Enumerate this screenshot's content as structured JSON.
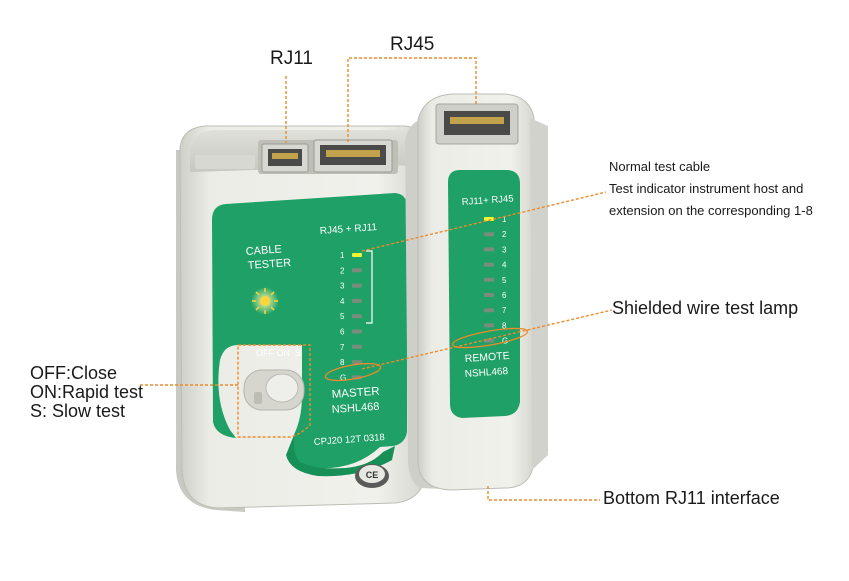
{
  "labels": {
    "rj11_top": "RJ11",
    "rj45_top": "RJ45",
    "normal_cable": "Normal test cable",
    "indicator_line1": "Test indicator instrument host and",
    "indicator_line2": "extension on the corresponding 1-8",
    "shielded": "Shielded wire test lamp",
    "bottom_rj11": "Bottom RJ11 interface",
    "switch_off": "OFF:Close",
    "switch_on": "ON:Rapid test",
    "switch_s": "S: Slow test"
  },
  "master": {
    "tag_line1": "CABLE",
    "tag_line2": "TESTER",
    "header": "RJ45 + RJ11",
    "switch_label": "OFF ON  S",
    "brand": "MASTER",
    "model": "NSHL468",
    "serial": "CPJ20 12T 0318",
    "ce_mark": "CE",
    "led_labels": [
      "1",
      "2",
      "3",
      "4",
      "5",
      "6",
      "7",
      "8",
      "G"
    ]
  },
  "remote": {
    "header": "RJ11+ RJ45",
    "brand": "REMOTE",
    "model": "NSHL468",
    "led_labels": [
      "1",
      "2",
      "3",
      "4",
      "5",
      "6",
      "7",
      "8",
      "G"
    ]
  },
  "colors": {
    "panel_green": "#1fa066",
    "led_lit": "#eef535",
    "callout_line": "#ee8a2a",
    "body": "#e4e4df"
  }
}
